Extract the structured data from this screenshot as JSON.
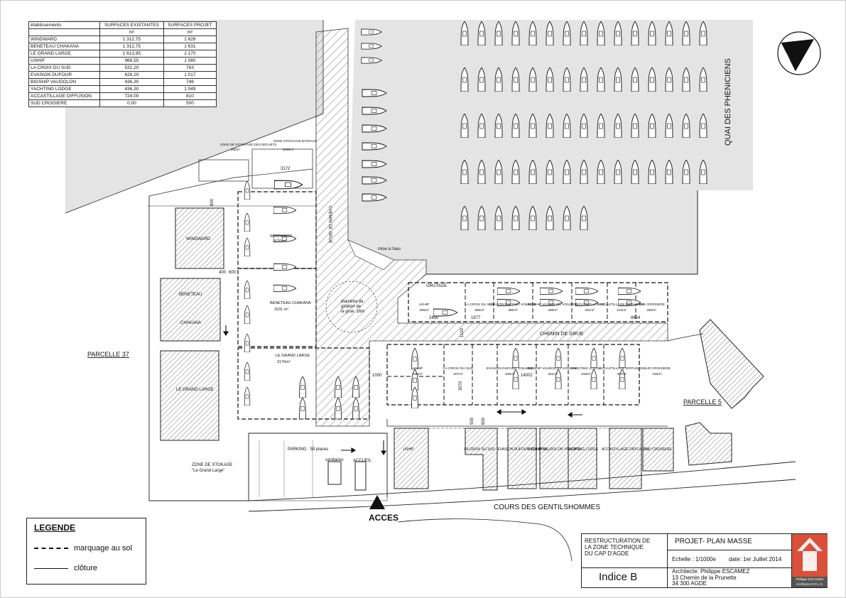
{
  "table": {
    "headers": [
      "établissements",
      "SURFACES EXISTANTES",
      "SURFACES PROJET"
    ],
    "units": [
      "",
      "m²",
      "m²"
    ],
    "rows": [
      [
        "WINDWARD",
        "1 312,75",
        "1 628"
      ],
      [
        "BENETEAU CHAKANA",
        "1 312,75",
        "1 631"
      ],
      [
        "LE GRAND LARGE",
        "1 613,95",
        "2 170"
      ],
      [
        "USHIP",
        "966,55",
        "1 080"
      ],
      [
        "LA CROIX DU SUD",
        "532,20",
        "763"
      ],
      [
        "EVASION DUFOUR",
        "628,20",
        "1 017"
      ],
      [
        "BIGSHIP VAUDOLON",
        "436,30",
        "746"
      ],
      [
        "YACHTING LODGE",
        "436,30",
        "1 049"
      ],
      [
        "ACCASTILLAGE DIFFUSION",
        "724,00",
        "810"
      ],
      [
        "SUD CROISIERE",
        "0,00",
        "500"
      ]
    ]
  },
  "labels": {
    "quai": "QUAI DES PHENICIENS",
    "parcelle37": "PARCELLE 37",
    "parcelle5": "PARCELLE 5",
    "cours": "COURS DES GENTILSHOMMES",
    "chemin_grue": "CHEMIN DE GRUE",
    "chemin_grue_v": "CHEMIN DE GRUE",
    "mise_eau": "mise à l'eau",
    "grutage": "GRUTAGE",
    "diam1": "diamètre de",
    "diam2": "giration de",
    "diam3": "la grue: 16m",
    "parking": "PARKING : 59 places",
    "zone_stokage": "ZONE DE STOKAGE",
    "zone_stokage_sub": "\"Le Grand Large\"",
    "sanitaires": "sanitaires",
    "accueil": "ACCUEIL",
    "zone_dechets": "ZONE DE STOCKAGE DES DECHETS",
    "zone_dechets_area": "300m²",
    "zone_bateaux": "ZONE STOCKAGE BATEAUX",
    "zone_bateaux_area": "2030m²",
    "windward_new": "WINDWARD",
    "windward_new_area": "1620m²",
    "beneteau_new": "BENETEAU CHAKANA",
    "beneteau_new_area": "1631 m²",
    "grandlarge_new": "LE GRAND LARGE",
    "grandlarge_new_area": "2170m²",
    "existing_windward": "WINDWARD",
    "existing_beneteau": "BENETEAU",
    "existing_chakana": "CHAKANA",
    "existing_grandlarge": "LE GRAND LARGE",
    "dim_3172": "3172",
    "dim_600a": "600",
    "dim_400": "400",
    "dim_600b": "600",
    "dim_1877": "1877",
    "dim_8654": "8654",
    "dim_1000": "1000",
    "dim_14002": "14002",
    "dim_3070": "3070",
    "dim_500": "500",
    "dim_600c": "600",
    "dim_1100": "1100",
    "dim_2450": "2450",
    "acces": "ACCES"
  },
  "upper_plots": [
    {
      "name": "USHIP",
      "area": "255m²"
    },
    {
      "name": "LA CROIX DU SUD",
      "area": "356m²"
    },
    {
      "name": "EVASION DUFOUR VOILERIE",
      "area": "390m²"
    },
    {
      "name": "BIGSHIP VAUDOLON VOILERIE",
      "area": "295m²"
    },
    {
      "name": "YACHTING LODGE",
      "area": "401m²"
    },
    {
      "name": "ACCASTILLAGE DIFFUSION",
      "area": "313m²"
    },
    {
      "name": "SUD CROISIERE",
      "area": "255m²"
    }
  ],
  "lower_plots": [
    {
      "name": "USHIP",
      "area": "825m²"
    },
    {
      "name": "LA CROIX DU SUD",
      "area": "407m²"
    },
    {
      "name": "EVASION DUFOUR VOILERIE",
      "area": "626m²"
    },
    {
      "name": "BIGSHIP VAUDOLON VOILERIE",
      "area": "451m²"
    },
    {
      "name": "YACHTING LODGE",
      "area": "648m²"
    },
    {
      "name": "ACCASTILLAGE DIFFUSION",
      "area": "497m²"
    },
    {
      "name": "SUD CROISIERE",
      "area": "245m²"
    }
  ],
  "buildings": [
    "USHIP",
    "LA CROIX DU SUD",
    "EVASION DUFOUR VOILERIE",
    "BIGSHIP VAUDOLON VOILERIE",
    "YACHTING LODGE",
    "ACCASTILLAGE DIFFUSION",
    "SUD CROISIERE"
  ],
  "legend": {
    "title": "LEGENDE",
    "item1": "marquage au sol",
    "item2": "clôture"
  },
  "cartouche": {
    "project1": "RESTRUCTURATION DE",
    "project2": "LA ZONE TECHNIQUE",
    "project3": "DU CAP D'AGDE",
    "title": "PROJET- PLAN MASSE",
    "scale": "Echelle : 1/1000e",
    "date": "date: 1er Juillet 2014",
    "indice": "Indice B",
    "arch1": "Architecte: Philippe ESCAMEZ",
    "arch2": "13 Chemin de la Prunette",
    "arch3": "34 300 AGDE",
    "logo1": "Philippe ESCAMEZ",
    "logo2": "Architecte D.P.L.G."
  },
  "colors": {
    "water": "#e4e4e4",
    "hatch": "#555555",
    "building": "#d2d2d2",
    "logo": "#d9503a"
  }
}
